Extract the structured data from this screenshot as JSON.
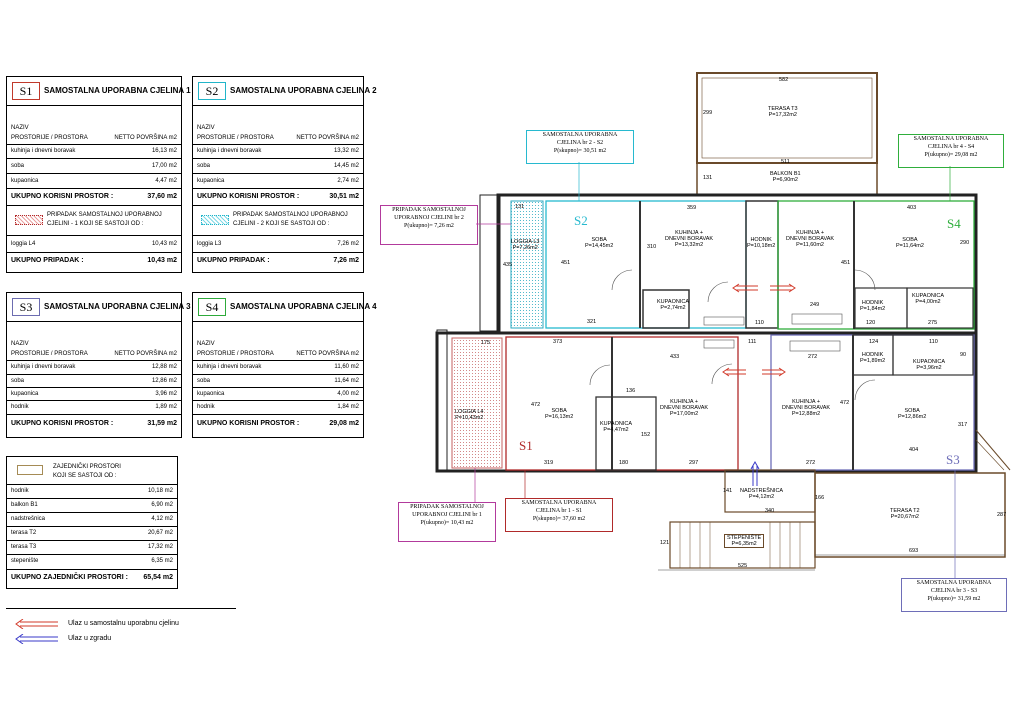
{
  "tables": [
    {
      "code": "S1",
      "title": "SAMOSTALNA UPORABNA CJELINA 1",
      "code_color": "#c0392b",
      "header_left_1": "NAZIV",
      "header_left_2": "PROSTORIJE / PROSTORA",
      "header_right": "NETTO POVRŠINA  m2",
      "rows": [
        [
          "kuhinja i dnevni boravak",
          "16,13 m2"
        ],
        [
          "soba",
          "17,00 m2"
        ],
        [
          "kupaonica",
          "4,47 m2"
        ]
      ],
      "total_label": "UKUPNO KORISNI PROSTOR :",
      "total_value": "37,60 m2",
      "appendix_text_1": "PRIPADAK SAMOSTALNOJ UPORABNOJ",
      "appendix_text_2": "CJELINI - 1 KOJI SE SASTOJI OD :",
      "appendix_rows": [
        [
          "loggia L4",
          "10,43 m2"
        ]
      ],
      "appendix_total_label": "UKUPNO PRIPADAK :",
      "appendix_total_value": "10,43 m2"
    },
    {
      "code": "S2",
      "title": "SAMOSTALNA UPORABNA CJELINA 2",
      "code_color": "#21b5c9",
      "header_left_1": "NAZIV",
      "header_left_2": "PROSTORIJE / PROSTORA",
      "header_right": "NETTO POVRŠINA  m2",
      "rows": [
        [
          "kuhinja i dnevni boravak",
          "13,32 m2"
        ],
        [
          "soba",
          "14,45 m2"
        ],
        [
          "kupaonica",
          "2,74 m2"
        ]
      ],
      "total_label": "UKUPNO KORISNI PROSTOR :",
      "total_value": "30,51 m2",
      "appendix_text_1": "PRIPADAK SAMOSTALNOJ UPORABNOJ",
      "appendix_text_2": "CJELINI - 2 KOJI SE SASTOJI OD :",
      "appendix_rows": [
        [
          "loggia L3",
          "7,26 m2"
        ]
      ],
      "appendix_total_label": "UKUPNO PRIPADAK :",
      "appendix_total_value": "7,26 m2"
    },
    {
      "code": "S3",
      "title": "SAMOSTALNA UPORABNA CJELINA 3",
      "code_color": "#6c6cb0",
      "header_left_1": "NAZIV",
      "header_left_2": "PROSTORIJE / PROSTORA",
      "header_right": "NETTO POVRŠINA  m2",
      "rows": [
        [
          "kuhinja i dnevni boravak",
          "12,88 m2"
        ],
        [
          "soba",
          "12,86 m2"
        ],
        [
          "kupaonica",
          "3,96 m2"
        ],
        [
          "hodnik",
          "1,89 m2"
        ]
      ],
      "total_label": "UKUPNO KORISNI PROSTOR :",
      "total_value": "31,59 m2"
    },
    {
      "code": "S4",
      "title": "SAMOSTALNA UPORABNA CJELINA 4",
      "code_color": "#2eaa3a",
      "header_left_1": "NAZIV",
      "header_left_2": "PROSTORIJE / PROSTORA",
      "header_right": "NETTO POVRŠINA  m2",
      "rows": [
        [
          "kuhinja i dnevni boravak",
          "11,60 m2"
        ],
        [
          "soba",
          "11,64 m2"
        ],
        [
          "kupaonica",
          "4,00 m2"
        ],
        [
          "hodnik",
          "1,84 m2"
        ]
      ],
      "total_label": "UKUPNO KORISNI PROSTOR :",
      "total_value": "29,08 m2"
    }
  ],
  "common": {
    "legend_1": "ZAJEDNIČKI PROSTORI",
    "legend_2": "KOJI SE SASTOJI OD :",
    "rows": [
      [
        "hodnik",
        "10,18 m2"
      ],
      [
        "balkon B1",
        "6,90 m2"
      ],
      [
        "nadstrešnica",
        "4,12 m2"
      ],
      [
        "terasa T2",
        "20,67 m2"
      ],
      [
        "terasa T3",
        "17,32 m2"
      ],
      [
        "stepenište",
        "6,35 m2"
      ]
    ],
    "total_label": "UKUPNO ZAJEDNIČKI PROSTORI :",
    "total_value": "65,54 m2"
  },
  "legend": {
    "red_arrow": "Ulaz u samostalnu uporabnu cjelinu",
    "blue_arrow": "Ulaz u zgradu"
  },
  "callouts": {
    "s2": [
      "SAMOSTALNA UPORABNA",
      "CJELINA br 2 - S2",
      "P(skupno)=  30,51 m2"
    ],
    "s4": [
      "SAMOSTALNA UPORABNA",
      "CJELINA br 4 - S4",
      "P(ukupno)=  29,08 m2"
    ],
    "pripadak2": [
      "PRIPADAK SAMOSTALNOJ",
      "UPORABNOJ CJELINI br 2",
      "P(ukupno)= 7,26 m2"
    ],
    "pripadak1": [
      "PRIPADAK SAMOSTALNOJ",
      "UPORABNOJ CJELINI br 1",
      "P(ukupno)= 10,43 m2"
    ],
    "s1": [
      "SAMOSTALNA UPORABNA",
      "CJELINA br 1 - S1",
      "P(skupno)=  37,60 m2"
    ],
    "s3": [
      "SAMOSTALNA UPORABNA",
      "CJELINA br 3 - S3",
      "P(ukupno)=  31,59 m2"
    ]
  },
  "rooms": {
    "terasa_t3": [
      "TERASA T3",
      "P=17,32m2"
    ],
    "balkon_b1": [
      "BALKON B1",
      "P=6,90m2"
    ],
    "loggia_l3": [
      "LOGGIA L3",
      "P=7,26m2"
    ],
    "soba_s2": [
      "SOBA",
      "P=14,45m2"
    ],
    "kdb_s2": [
      "KUHINJA +",
      "DNEVNI BORAVAK",
      "P=13,32m2"
    ],
    "kup_s2": [
      "KUPAONICA",
      "P=2,74m2"
    ],
    "hodnik_c": [
      "HODNIK",
      "P=10,18m2"
    ],
    "kdb_s4": [
      "KUHINJA +",
      "DNEVNI BORAVAK",
      "P=11,60m2"
    ],
    "soba_s4": [
      "SOBA",
      "P=11,64m2"
    ],
    "hod_s4": [
      "HODNIK",
      "P=1,84m2"
    ],
    "kup_s4": [
      "KUPAONICA",
      "P=4,00m2"
    ],
    "loggia_l4": [
      "LOGGIA L4",
      "P=10,43m2"
    ],
    "soba_s1": [
      "SOBA",
      "P=16,13m2"
    ],
    "kup_s1": [
      "KUPAONICA",
      "P=4,47m2"
    ],
    "kdb_s1": [
      "KUHINJA +",
      "DNEVNI BORAVAK",
      "P=17,00m2"
    ],
    "hod_s3": [
      "HODNIK",
      "P=1,89m2"
    ],
    "kup_s3": [
      "KUPAONICA",
      "P=3,96m2"
    ],
    "kdb_s3": [
      "KUHINJA +",
      "DNEVNI BORAVAK",
      "P=12,88m2"
    ],
    "soba_s3": [
      "SOBA",
      "P=12,86m2"
    ],
    "nadstresnica": [
      "NADSTREŠNICA",
      "P=4,12m2"
    ],
    "terasa_t2": [
      "TERASA T2",
      "P=20,67m2"
    ],
    "stepeniste": [
      "STEPENIŠTE",
      "P=6,35m2"
    ]
  },
  "unit_tags": {
    "s1": "S1",
    "s2": "S2",
    "s3": "S3",
    "s4": "S4"
  },
  "dims": {
    "d582": "582",
    "d299": "299",
    "d511": "511",
    "d131": "131",
    "d131b": "131",
    "d359": "359",
    "d403": "403",
    "d451": "451",
    "d310": "310",
    "d451b": "451",
    "d290": "290",
    "d321": "321",
    "d249": "249",
    "d120": "120",
    "d110": "110",
    "d275": "275",
    "d373": "373",
    "d111": "111",
    "d433": "433",
    "d272": "272",
    "d124": "124",
    "d110b": "110",
    "d136": "136",
    "d472": "472",
    "d472b": "472",
    "d317": "317",
    "d319": "319",
    "d180": "180",
    "d297": "297",
    "d272b": "272",
    "d404": "404",
    "d141": "141",
    "d340": "340",
    "d166": "166",
    "d121": "121",
    "d287": "287",
    "d693": "693",
    "d525": "525",
    "d435": "435",
    "d175": "175",
    "d90": "90",
    "d152": "152"
  },
  "colors": {
    "s1": "#b02a2a",
    "s2": "#27b9cf",
    "s3": "#6e6eb8",
    "s4": "#2fae3c",
    "pink": "#b23a9c",
    "blue_arrow": "#3a3ac8",
    "red_arrow": "#d23a2a",
    "hatch": "#e9a0a0",
    "hatch2": "#7fd9e6"
  }
}
